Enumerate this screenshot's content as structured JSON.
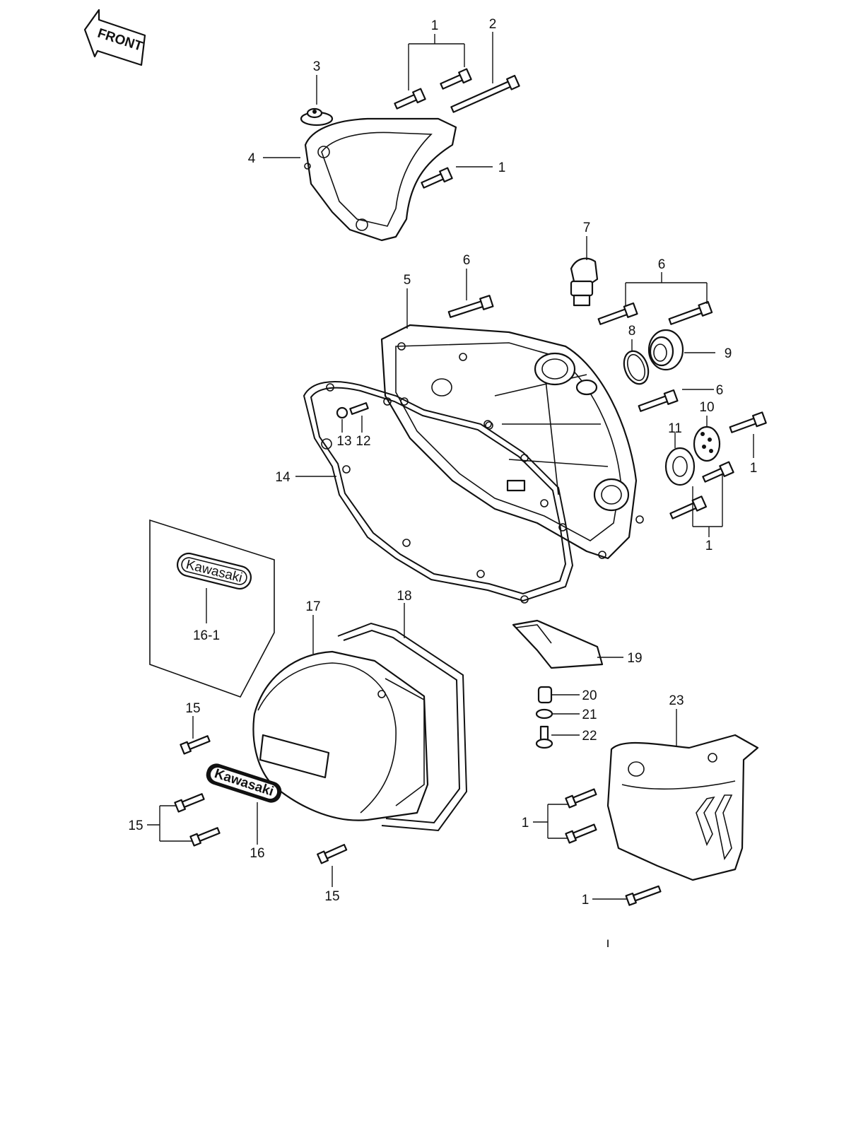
{
  "front_label": "FRONT",
  "logo_text": "Kawasaki",
  "callouts": {
    "c1_top": "1",
    "c2": "2",
    "c3": "3",
    "c4": "4",
    "c1_cover": "1",
    "c5": "5",
    "c6_left": "6",
    "c7": "7",
    "c6_right": "6",
    "c8": "8",
    "c9": "9",
    "c6_mid": "6",
    "c10": "10",
    "c11": "11",
    "c1_r1": "1",
    "c13": "13",
    "c12": "12",
    "c14": "14",
    "c1_r2": "1",
    "c16_1": "16-1",
    "c17": "17",
    "c18": "18",
    "c19": "19",
    "c20": "20",
    "c21": "21",
    "c22": "22",
    "c23": "23",
    "c15_a": "15",
    "c15_b": "15",
    "c16": "16",
    "c15_c": "15",
    "c1_b1": "1",
    "c1_b2": "1",
    "tick": "ı"
  }
}
